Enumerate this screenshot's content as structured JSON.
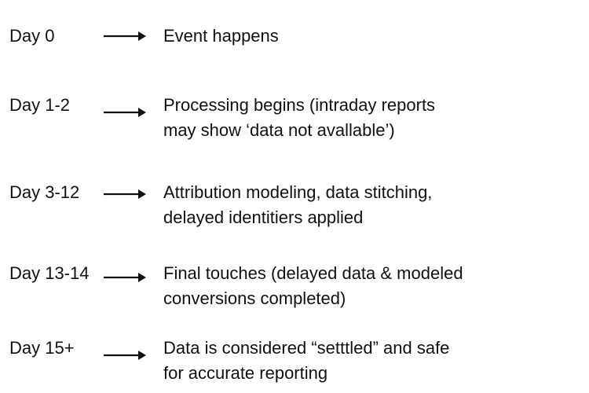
{
  "timeline": [
    {
      "day": "Day 0",
      "lines": [
        "Event happens"
      ]
    },
    {
      "day": "Day 1-2",
      "lines": [
        "Processing begins (intraday reports",
        "may show ‘data not avallable’)"
      ]
    },
    {
      "day": "Day 3-12",
      "lines": [
        "Attribution modeling, data stitching,",
        "delayed identitiers applied"
      ]
    },
    {
      "day": "Day 13-14",
      "lines": [
        "Final touches (delayed data & modeled",
        "conversions completed)"
      ]
    },
    {
      "day": "Day 15+",
      "lines": [
        "Data is considered “setttled” and safe",
        "for accurate reporting"
      ]
    }
  ],
  "colors": {
    "text": "#111111",
    "arrow": "#111111",
    "background": "#ffffff"
  },
  "arrow_icon": "right-arrow-icon"
}
